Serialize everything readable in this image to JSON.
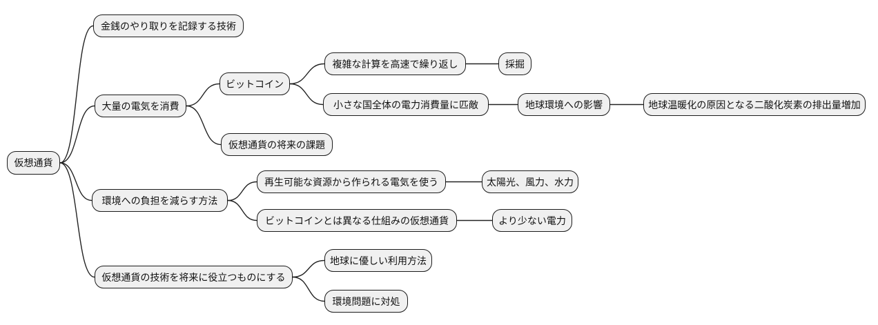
{
  "diagram": {
    "type": "mindmap",
    "root_label": "仮想通貨",
    "colors": {
      "background": "#ffffff",
      "node_fill": "#f0f0f0",
      "node_border": "#1a1a1a",
      "edge": "#222222",
      "text": "#111111"
    },
    "nodes": [
      {
        "id": "root",
        "parent": null,
        "label": "仮想通貨"
      },
      {
        "id": "record-tech",
        "parent": "root",
        "label": "金銭のやり取りを記録する技術"
      },
      {
        "id": "electricity",
        "parent": "root",
        "label": "大量の電気を消費"
      },
      {
        "id": "bitcoin",
        "parent": "electricity",
        "label": "ビットコイン"
      },
      {
        "id": "complex-calc",
        "parent": "bitcoin",
        "label": "複雑な計算を高速で繰り返し"
      },
      {
        "id": "mining",
        "parent": "complex-calc",
        "label": "採掘"
      },
      {
        "id": "small-country",
        "parent": "bitcoin",
        "label": "小さな国全体の電力消費量に匹敵"
      },
      {
        "id": "env-impact",
        "parent": "small-country",
        "label": "地球環境への影響"
      },
      {
        "id": "co2-increase",
        "parent": "env-impact",
        "label": "地球温暖化の原因となる二酸化炭素の排出量増加"
      },
      {
        "id": "future-issue",
        "parent": "electricity",
        "label": "仮想通貨の将来の課題"
      },
      {
        "id": "reduce-burden",
        "parent": "root",
        "label": "環境への負担を減らす方法"
      },
      {
        "id": "renewable",
        "parent": "reduce-burden",
        "label": "再生可能な資源から作られる電気を使う"
      },
      {
        "id": "solar-wind-hydro",
        "parent": "renewable",
        "label": "太陽光、風力、水力"
      },
      {
        "id": "alt-crypto",
        "parent": "reduce-burden",
        "label": "ビットコインとは異なる仕組みの仮想通貨"
      },
      {
        "id": "less-power",
        "parent": "alt-crypto",
        "label": "より少ない電力"
      },
      {
        "id": "future-useful",
        "parent": "root",
        "label": "仮想通貨の技術を将来に役立つものにする"
      },
      {
        "id": "earth-friendly",
        "parent": "future-useful",
        "label": "地球に優しい利用方法"
      },
      {
        "id": "env-problem",
        "parent": "future-useful",
        "label": "環境問題に対処"
      }
    ]
  }
}
